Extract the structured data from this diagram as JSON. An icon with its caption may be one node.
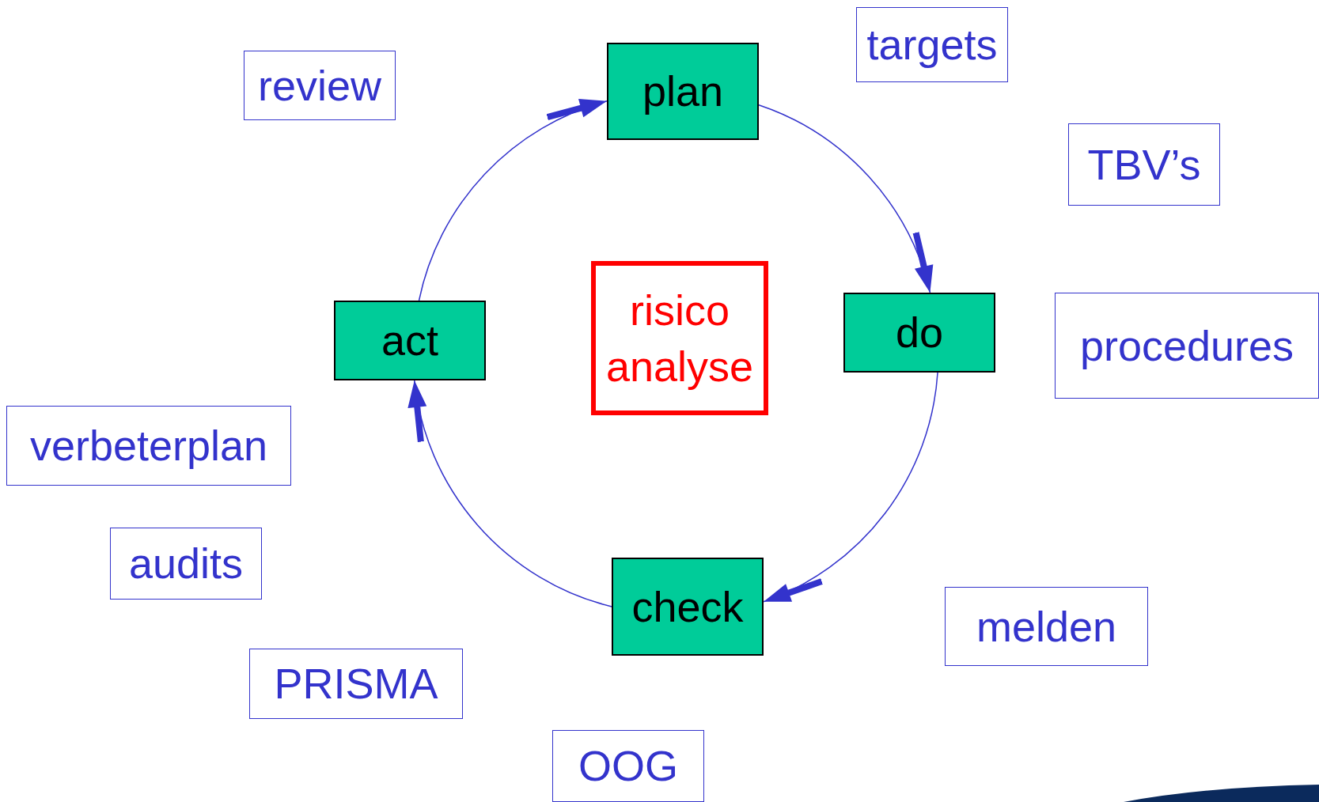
{
  "diagram": {
    "nodes": [
      {
        "text": [
          "plan"
        ]
      },
      {
        "text": [
          "do"
        ]
      },
      {
        "text": [
          "check"
        ]
      },
      {
        "text": [
          "act"
        ]
      },
      {
        "text": [
          "risico analyse"
        ]
      },
      {
        "text": [
          "review"
        ]
      },
      {
        "text": [
          "targets"
        ]
      },
      {
        "text": [
          "TBV’s"
        ]
      },
      {
        "text": [
          "procedures"
        ]
      },
      {
        "text": [
          "verbeterplan"
        ]
      },
      {
        "text": [
          "audits"
        ]
      },
      {
        "text": [
          "PRISMA"
        ]
      },
      {
        "text": [
          "melden"
        ]
      },
      {
        "text": [
          "OOG"
        ]
      }
    ],
    "edges": [
      {
        "from": 0,
        "to": 1,
        "arrow": "to"
      },
      {
        "from": 1,
        "to": 2,
        "arrow": "to"
      },
      {
        "from": 2,
        "to": 3,
        "arrow": "to"
      },
      {
        "from": 3,
        "to": 0,
        "arrow": "to"
      }
    ]
  }
}
